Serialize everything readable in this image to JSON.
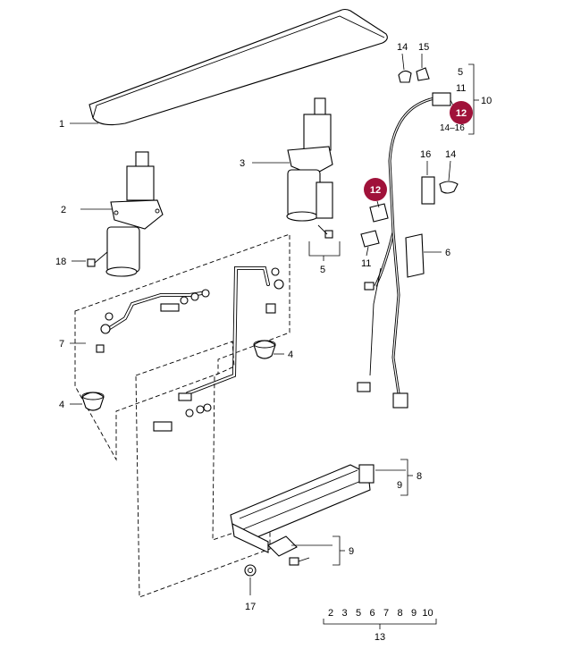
{
  "colors": {
    "badge": "#a0123a",
    "line": "#000000",
    "background": "#ffffff"
  },
  "labels": {
    "l1": "1",
    "l2": "2",
    "l3": "3",
    "l4a": "4",
    "l4b": "4",
    "l5a": "5",
    "l5b": "5",
    "l6": "6",
    "l7": "7",
    "l8": "8",
    "l9a": "9",
    "l9b": "9",
    "l10": "10",
    "l11a": "11",
    "l11b": "11",
    "l12a": "12",
    "l12b": "12",
    "l13": "13",
    "l14a": "14",
    "l14b": "14",
    "l14c": "14–16",
    "l15": "15",
    "l16": "16",
    "l17": "17",
    "l18": "18"
  },
  "bottom_range": [
    "2",
    "3",
    "5",
    "6",
    "7",
    "8",
    "9",
    "10"
  ]
}
